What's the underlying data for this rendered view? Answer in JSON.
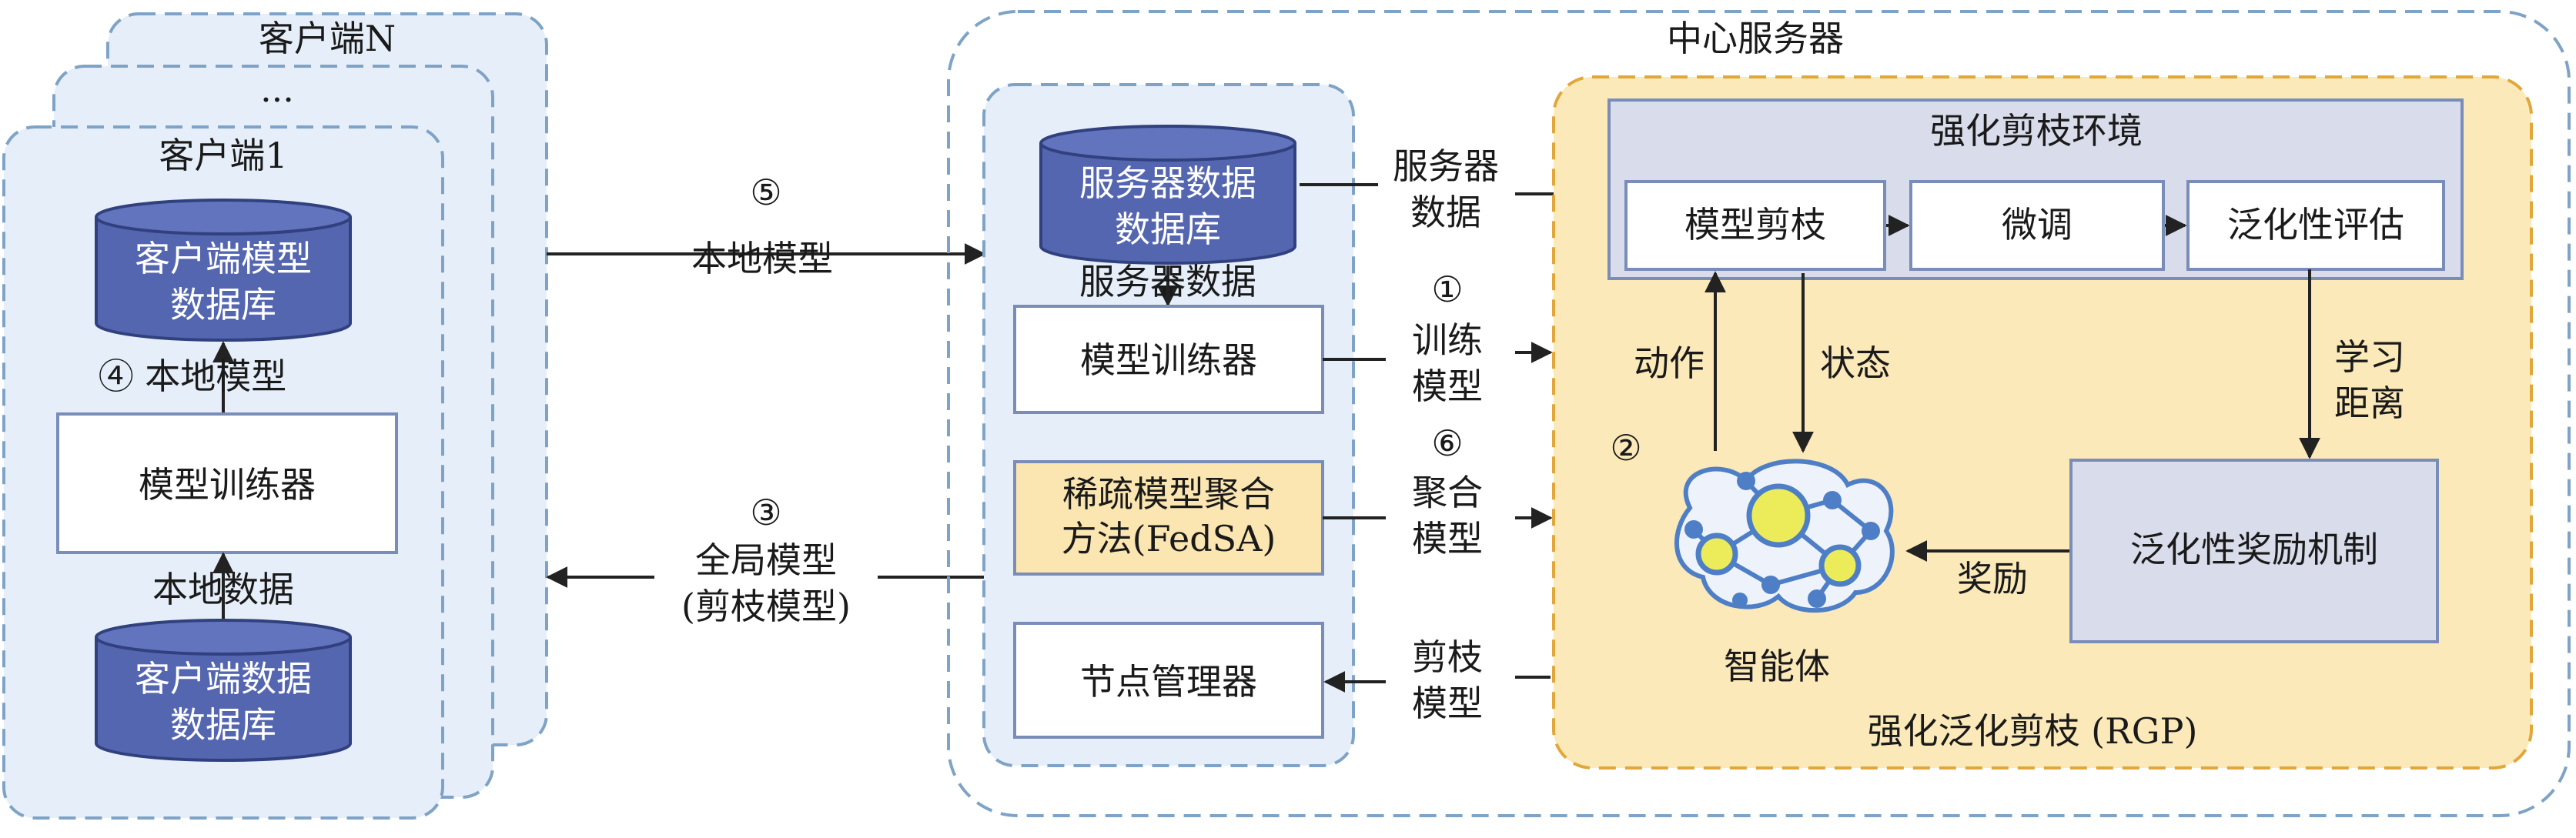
{
  "client": {
    "stack_title_n": "客户端N",
    "stack_ellipsis": "...",
    "title": "客户端1",
    "model_db": [
      "客户端模型",
      "数据库"
    ],
    "local_model_label": "④ 本地模型",
    "trainer": "模型训练器",
    "local_data_label": "本地数据",
    "data_db": [
      "客户端数据",
      "数据库"
    ]
  },
  "links": {
    "upload_num": "⑤",
    "upload_label": "本地模型",
    "download_num": "③",
    "download_label": [
      "全局模型",
      "(剪枝模型)"
    ]
  },
  "server": {
    "title": "中心服务器",
    "db": [
      "服务器数据",
      "数据库"
    ],
    "data_label": "服务器数据",
    "trainer": "模型训练器",
    "fedsa": [
      "稀疏模型聚合",
      "方法(FedSA)"
    ],
    "node_manager": "节点管理器",
    "to_env_label": [
      "服务器",
      "数据"
    ],
    "train_num": "①",
    "train_label": [
      "训练",
      "模型"
    ],
    "agg_num": "⑥",
    "agg_label": [
      "聚合",
      "模型"
    ],
    "prune_label": [
      "剪枝",
      "模型"
    ]
  },
  "rgp": {
    "title": "强化泛化剪枝 (RGP)",
    "env_title": "强化剪枝环境",
    "prune_box": "模型剪枝",
    "finetune_box": "微调",
    "eval_box": "泛化性评估",
    "action_label": "动作",
    "state_label": "状态",
    "learn_label": [
      "学习",
      "距离"
    ],
    "step_num": "②",
    "reward_box": "泛化性奖励机制",
    "reward_label": "奖励",
    "agent_label": "智能体"
  },
  "colors": {
    "client_bg": "#e6eff9",
    "dash_border": "#7fa3c6",
    "cylinder_fill": "#5466b0",
    "cylinder_edge": "#31407e",
    "rgp_bg": "#fbe9b9",
    "rgp_border": "#e2a73a",
    "env_bg": "#d9dcea",
    "env_border": "#7a8cb8",
    "fedsa_bg": "#fbe6b1",
    "agent_node": "#ecec5a",
    "agent_edge": "#4e7fc6",
    "arrow": "#222222"
  }
}
